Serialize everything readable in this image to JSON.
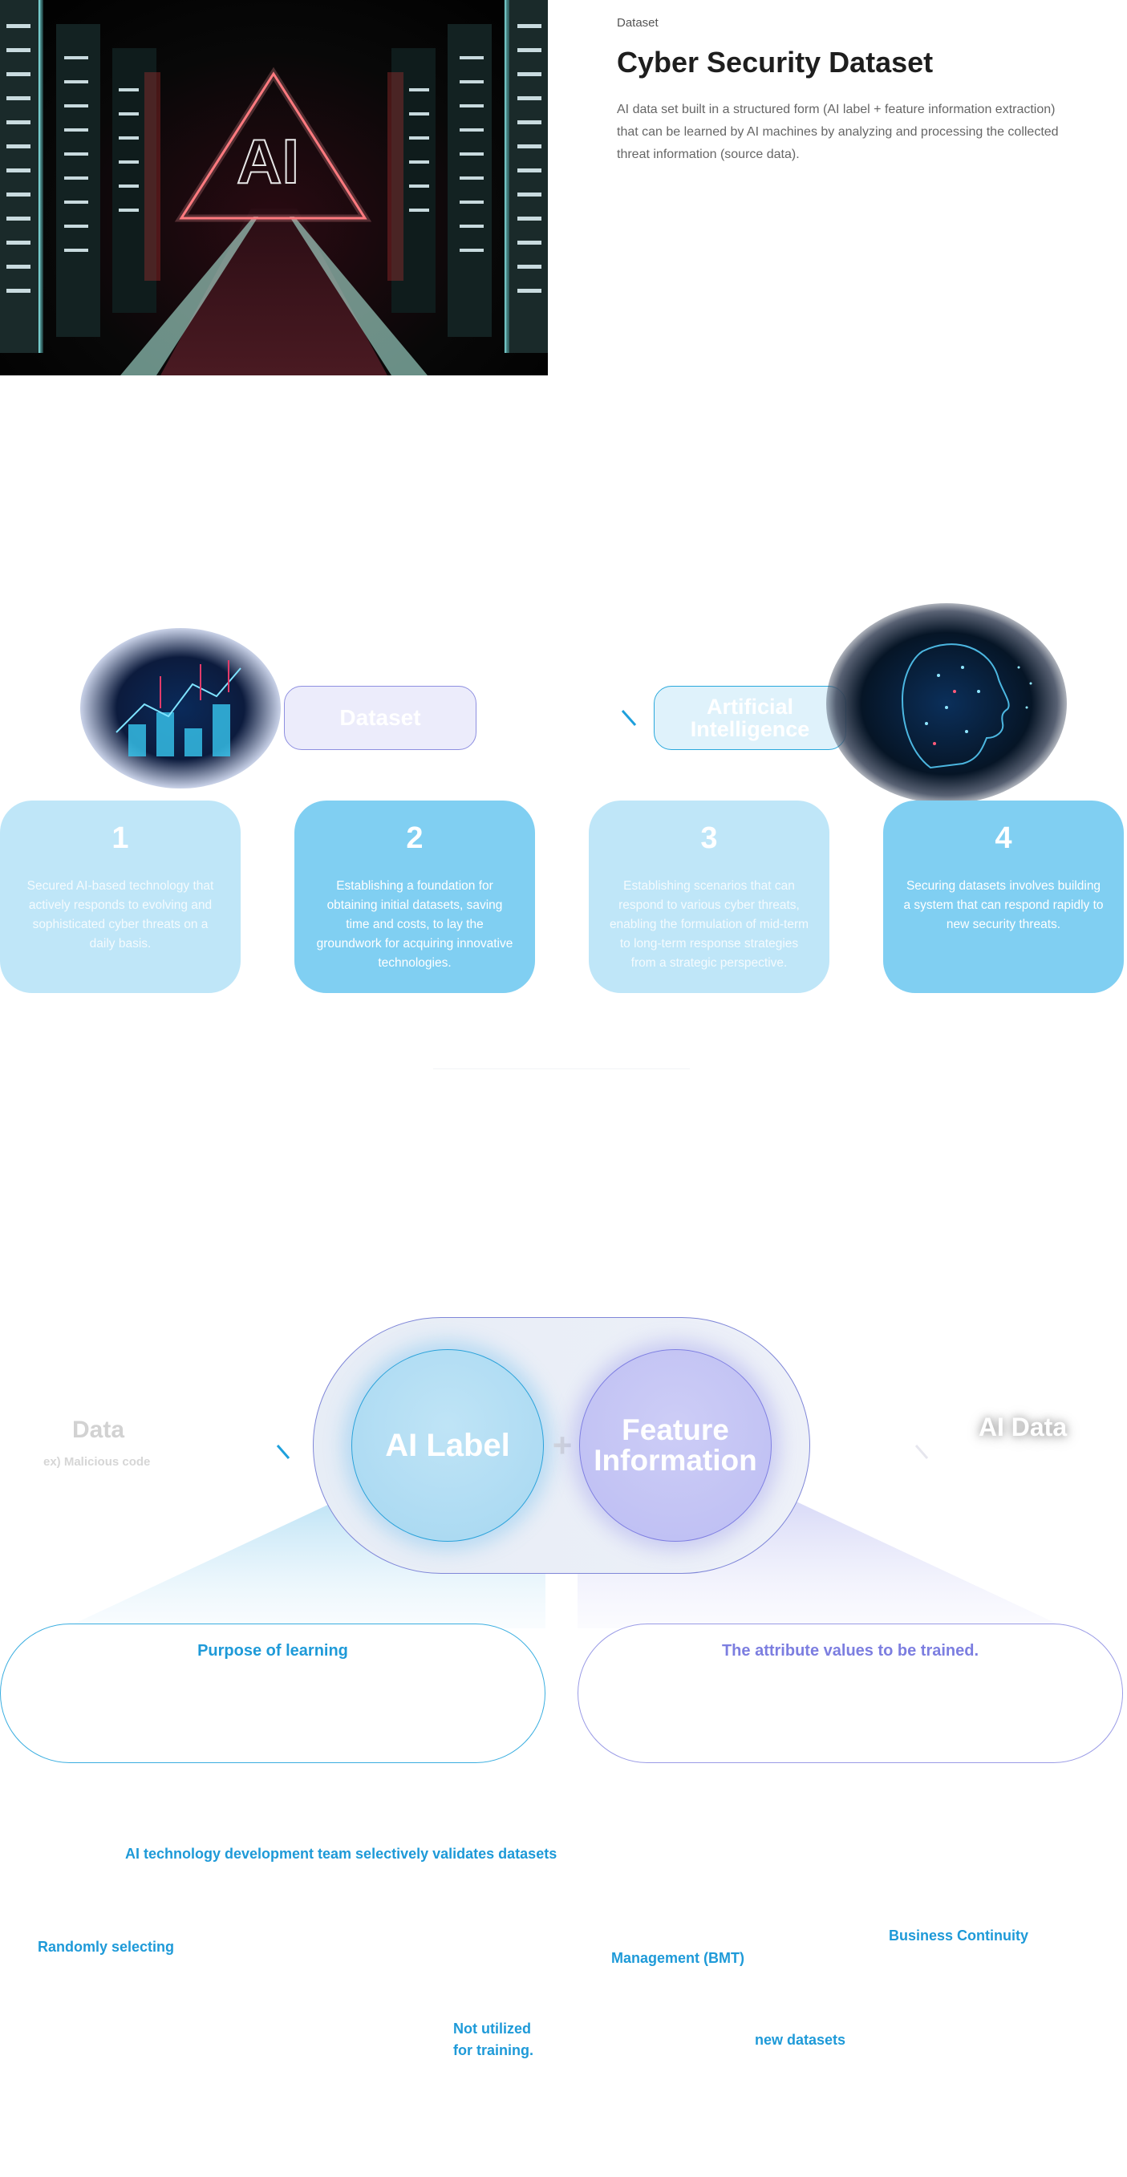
{
  "hero": {
    "eyebrow": "Dataset",
    "title": "Cyber Security Dataset",
    "description": "AI data set built in a structured form (AI label + feature information extraction) that can be learned by AI machines by analyzing and processing the collected threat information (source data).",
    "image_text": "AI"
  },
  "process": {
    "dataset_label": "Dataset",
    "ai_label": "Artificial Intelligence",
    "cards": [
      {
        "number": "1",
        "text": "Secured AI-based technology that actively responds to evolving and sophisticated cyber threats on a daily basis."
      },
      {
        "number": "2",
        "text": "Establishing a foundation for obtaining initial datasets, saving time and costs, to lay the groundwork for acquiring innovative technologies."
      },
      {
        "number": "3",
        "text": "Establishing scenarios that can respond to various cyber threats, enabling the formulation of mid-term to long-term response strategies from a strategic perspective."
      },
      {
        "number": "4",
        "text": "Securing datasets involves building a system that can respond rapidly to new security threats."
      }
    ]
  },
  "ai_data": {
    "input_label": "Data",
    "input_sub": "ex) Malicious code",
    "ai_label": "AI Label",
    "plus": "+",
    "feature_label": "Feature Information",
    "output_label": "AI Data",
    "left_box_title": "Purpose of learning",
    "right_box_title": "The attribute values to be trained."
  },
  "notes": {
    "validation": "AI technology development team selectively validates datasets",
    "random": "Randomly selecting",
    "bmt": "Management (BMT)",
    "continuity": "Business Continuity",
    "not_utilized": "Not utilized\nfor training.",
    "new_datasets": "new datasets"
  },
  "colors": {
    "blue_accent": "#1e9ad8",
    "purple_accent": "#7c7ee0",
    "card_light": "#bfe6f8",
    "card_dark": "#80cff2"
  }
}
